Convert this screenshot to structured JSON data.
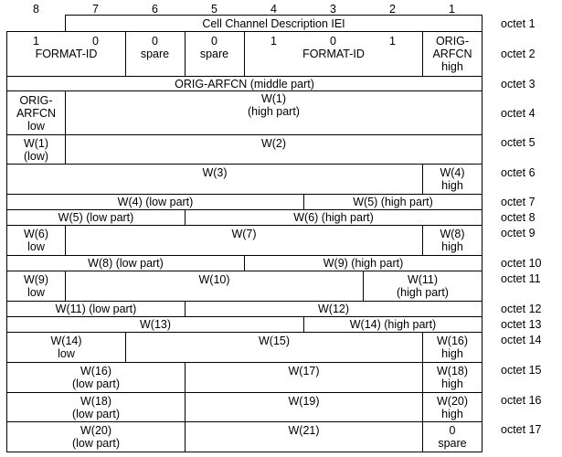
{
  "bit_headers": [
    "8",
    "7",
    "6",
    "5",
    "4",
    "3",
    "2",
    "1"
  ],
  "octet_labels": [
    "octet 1",
    "octet 2",
    "octet 3",
    "octet 4",
    "octet 5",
    "octet 6",
    "octet 7",
    "octet 8",
    "octet 9",
    "octet 10",
    "octet 11",
    "octet 12",
    "octet 13",
    "octet 14",
    "octet 15",
    "octet 16",
    "octet 17"
  ],
  "iei_label": "Cell Channel Description IEI",
  "octet2": {
    "bit8_value": "1",
    "bit8_label": "FORMAT-ID",
    "bit7_value": "0",
    "bit6_value": "0",
    "bit6_label": "spare",
    "bit5_value": "0",
    "bit5_label": "spare",
    "bit4_value": "1",
    "bit3_value": "0",
    "bit3_label": "FORMAT-ID",
    "bit2_value": "1",
    "bit1_label": "ORIG-\nARFCN\nhigh"
  },
  "fields": {
    "orig_arfcn_middle": "ORIG-ARFCN (middle part)",
    "orig_arfcn_low": "ORIG-\nARFCN\nlow",
    "w1_high": "W(1)\n(high part)",
    "w1_low": "W(1)\n(low)",
    "w2": "W(2)",
    "w3": "W(3)",
    "w4_high": "W(4)\nhigh",
    "w4_low": "W(4) (low part)",
    "w5_high": "W(5) (high part)",
    "w5_low": "W(5) (low part)",
    "w6_high": "W(6) (high part)",
    "w6_low": "W(6)\nlow",
    "w7": "W(7)",
    "w8_high": "W(8)\nhigh",
    "w8_low": "W(8) (low part)",
    "w9_high": "W(9) (high part)",
    "w9_low": "W(9)\nlow",
    "w10": "W(10)",
    "w11_high": "W(11)\n(high part)",
    "w11_low": "W(11) (low part)",
    "w12": "W(12)",
    "w13": "W(13)",
    "w14_high": "W(14) (high part)",
    "w14_low": "W(14)\nlow",
    "w15": "W(15)",
    "w16_high": "W(16)\nhigh",
    "w16_low": "W(16)\n(low part)",
    "w17": "W(17)",
    "w18_high": "W(18)\nhigh",
    "w18_low": "W(18)\n(low part)",
    "w19": "W(19)",
    "w20_high": "W(20)\nhigh",
    "w20_low": "W(20)\n(low part)",
    "w21": "W(21)",
    "spare_bit": "0\nspare"
  }
}
